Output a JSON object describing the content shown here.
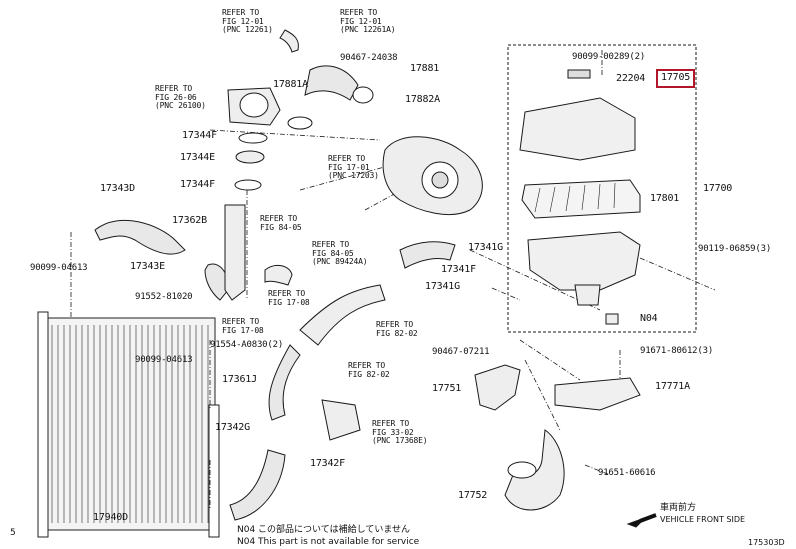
{
  "labels": {
    "ref_12_01_pnc_12261": "REFER TO\nFIG 12-01\n(PNC 12261)",
    "ref_12_01_pnc_12261a": "REFER TO\nFIG 12-01\n(PNC 12261A)",
    "p90467_24038": "90467-24038",
    "p17881": "17881",
    "p17881a": "17881A",
    "p17882a": "17882A",
    "ref_26_06": "REFER TO\nFIG 26-06\n(PNC 26100)",
    "p17344f_top": "17344F",
    "p17344e": "17344E",
    "p17344f_mid": "17344F",
    "p17343d": "17343D",
    "p17362b": "17362B",
    "ref_84_05": "REFER TO\nFIG 84-05",
    "ref_84_05_pnc": "REFER TO\nFIG 84-05\n(PNC 89424A)",
    "p90099_04613_top": "90099-04613",
    "p17343e": "17343E",
    "p91552_81020": "91552-81020",
    "ref_17_08_right": "REFER TO\nFIG 17-08",
    "ref_17_08_left": "REFER TO\nFIG 17-08",
    "p91554_a0830": "91554-A0830(2)",
    "ref_17_01": "REFER TO\nFIG 17-01\n(PNC 17203)",
    "p17341g_top": "17341G",
    "p17341f": "17341F",
    "p17341g_mid": "17341G",
    "ref_82_02_a": "REFER TO\nFIG 82-02",
    "ref_82_02_b": "REFER TO\nFIG 82-02",
    "p90099_04613_low": "90099-04613",
    "p17361j": "17361J",
    "p17342g": "17342G",
    "p17342f": "17342F",
    "ref_33_02": "REFER TO\nFIG 33-02\n(PNC 17368E)",
    "p17940d": "17940D",
    "p90099_00289": "90099-00289(2)",
    "p22204": "22204",
    "p17705": "17705",
    "p17801": "17801",
    "p17700": "17700",
    "p90119_06859": "90119-06859(3)",
    "pn04": "N04",
    "p90467_07211": "90467-07211",
    "p91671_80612": "91671-80612(3)",
    "p17751": "17751",
    "p17771a": "17771A",
    "p91651_60616": "91651-60616",
    "p17752": "17752"
  },
  "notes": {
    "n04_jp": "N04 この部品については補給していません",
    "n04_en": "N04 This part is not available for service"
  },
  "front": {
    "jp": "車両前方",
    "en": "VEHICLE FRONT SIDE"
  },
  "corner_left": "5",
  "figure_code": "175303D",
  "highlight_color": "#b3162b"
}
